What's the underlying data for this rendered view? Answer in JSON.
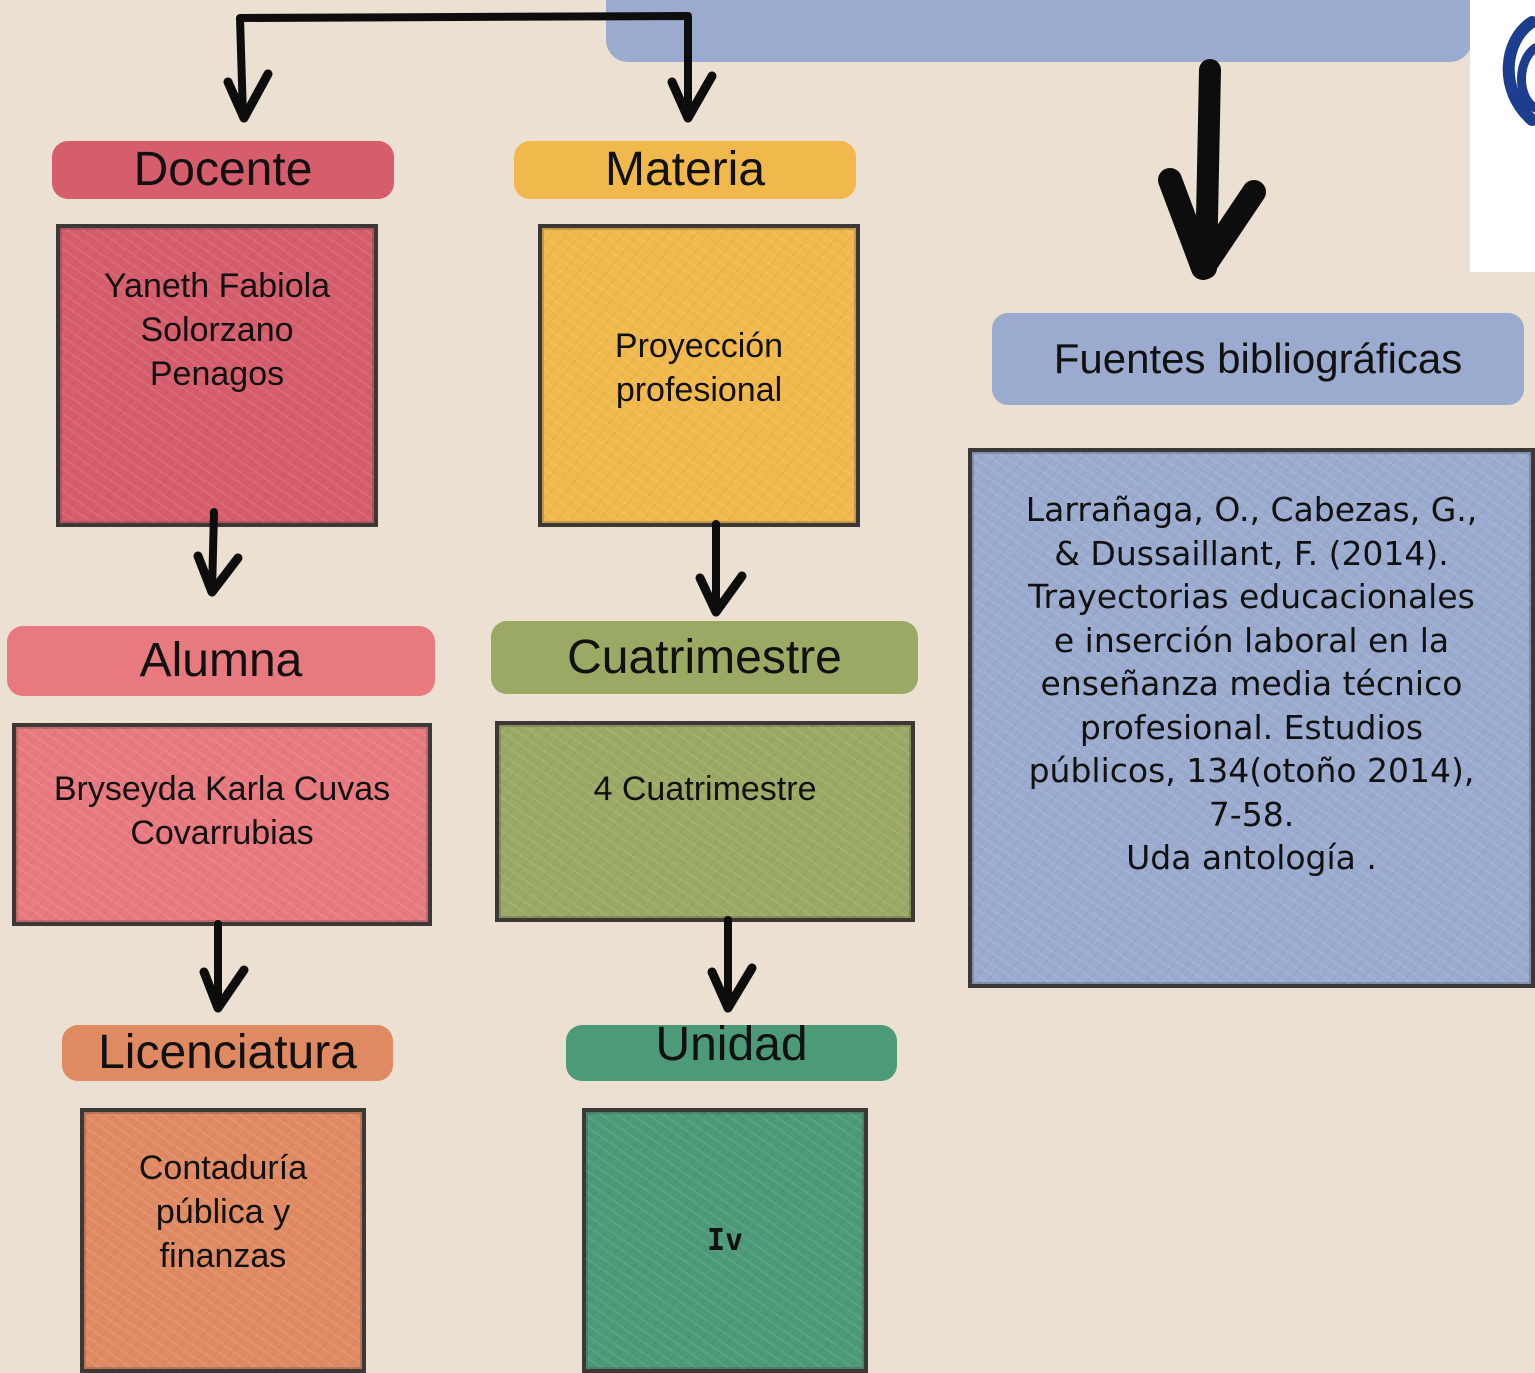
{
  "colors": {
    "background": "#ebe0d1",
    "docente": "#d65d6b",
    "alumna": "#e8797f",
    "licenciatura": "#e08a63",
    "materia": "#f1b84b",
    "cuatrimestre": "#9aa964",
    "unidad": "#4c9a78",
    "fuentes": "#9aabcf",
    "ink": "#0d0d0d",
    "logo": "#1d3d8f"
  },
  "docente": {
    "label": "Docente",
    "value": "Yaneth Fabiola Solorzano Penagos"
  },
  "alumna": {
    "label": "Alumna",
    "value": "Bryseyda Karla Cuvas Covarrubias"
  },
  "licenciatura": {
    "label": "Licenciatura",
    "value": "Contaduría pública y finanzas"
  },
  "materia": {
    "label": "Materia",
    "value": "Proyección profesional"
  },
  "cuatrimestre": {
    "label": "Cuatrimestre",
    "value": "4 Cuatrimestre"
  },
  "unidad": {
    "label": "Unidad",
    "value": "Iv"
  },
  "fuentes": {
    "label": "Fuentes bibliográficas",
    "reference": "Larrañaga, O., Cabezas, G., & Dussaillant, F. (2014). Trayectorias educacionales e inserción laboral en la enseñanza media técnico profesional. Estudios públicos, 134(otoño 2014), 7-58.",
    "extra": "Uda antología ."
  },
  "icons": {
    "logo": "university-logo-icon",
    "arrows": "hand-drawn-arrow-icon"
  }
}
